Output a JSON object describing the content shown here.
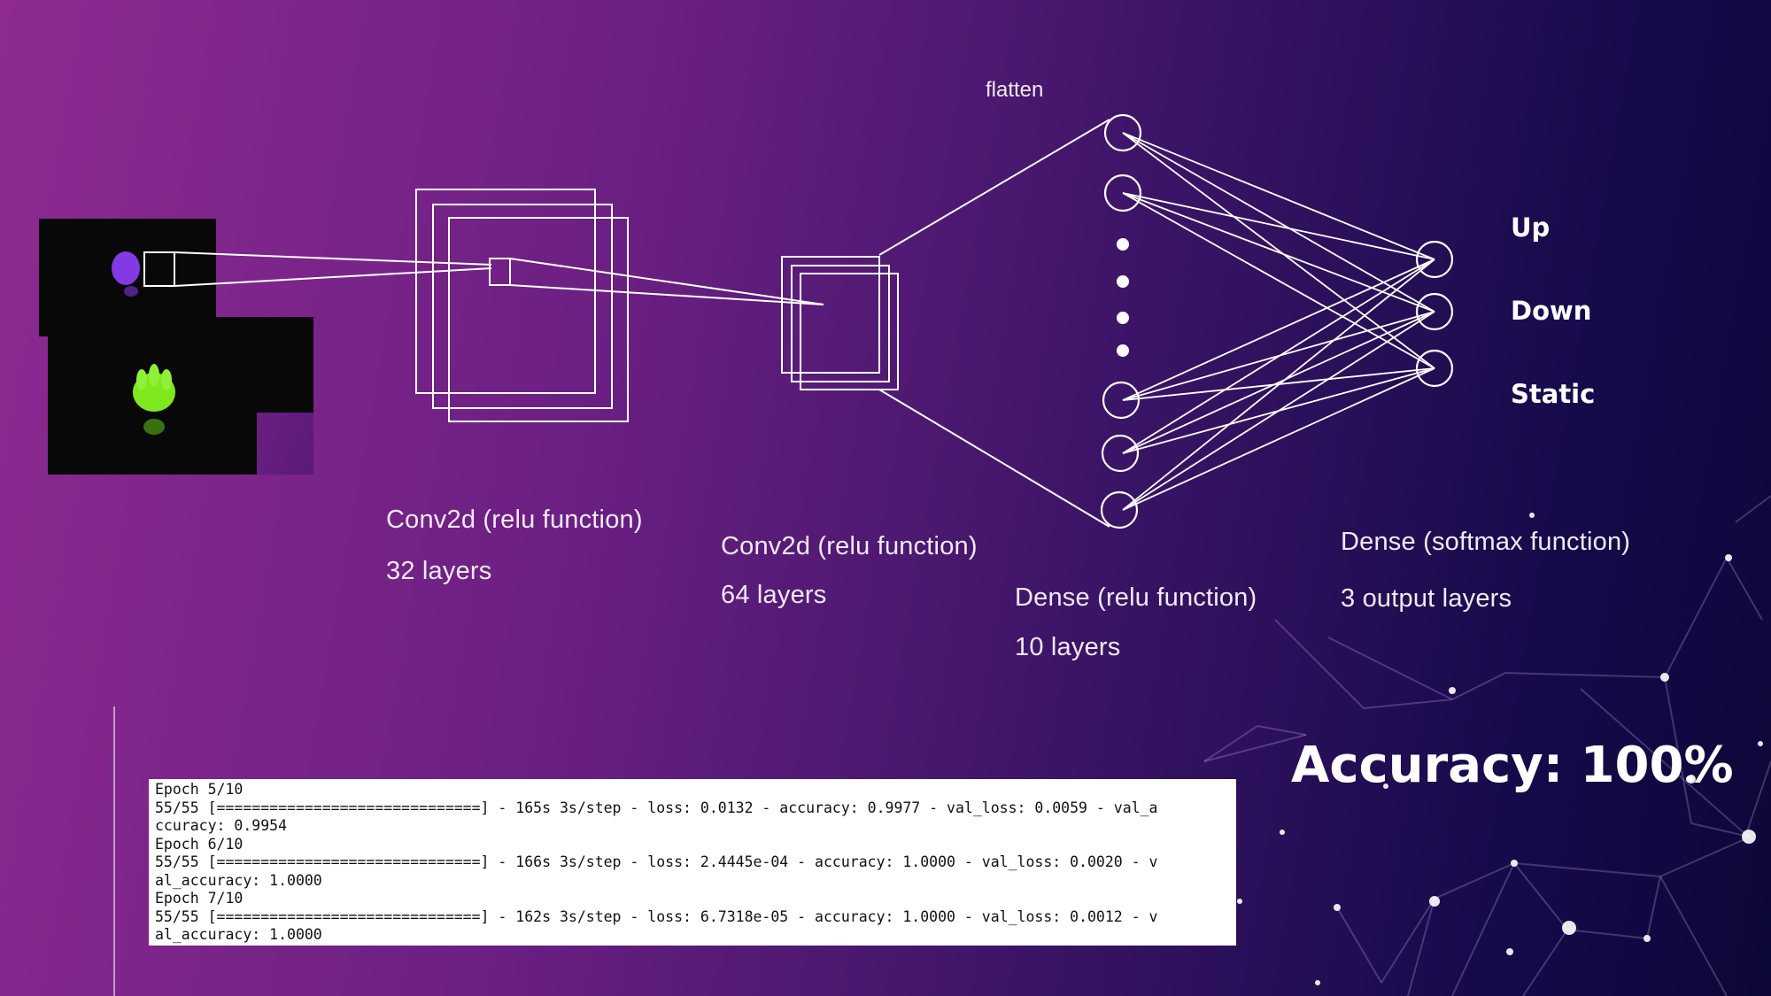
{
  "diagram": {
    "flatten_label": "flatten",
    "layers": [
      {
        "name": "Conv2d (relu function)",
        "detail": "32 layers"
      },
      {
        "name": "Conv2d (relu function)",
        "detail": "64 layers"
      },
      {
        "name": "Dense (relu function)",
        "detail": "10 layers"
      },
      {
        "name": "Dense (softmax function)",
        "detail": "3 output layers"
      }
    ],
    "outputs": [
      "Up",
      "Down",
      "Static"
    ]
  },
  "accuracy_text": "Accuracy: 100%",
  "training_log": [
    "Epoch 5/10",
    "55/55 [==============================] - 165s 3s/step - loss: 0.0132 - accuracy: 0.9977 - val_loss: 0.0059 - val_a",
    "ccuracy: 0.9954",
    "Epoch 6/10",
    "55/55 [==============================] - 166s 3s/step - loss: 2.4445e-04 - accuracy: 1.0000 - val_loss: 0.0020 - v",
    "al_accuracy: 1.0000",
    "Epoch 7/10",
    "55/55 [==============================] - 162s 3s/step - loss: 6.7318e-05 - accuracy: 1.0000 - val_loss: 0.0012 - v",
    "al_accuracy: 1.0000"
  ],
  "colors": {
    "background_left": "#8e2a92",
    "background_right": "#0c0738",
    "line": "#ffffff",
    "purple_blob": "#8a3cf0",
    "green_blob": "#7ee81e"
  },
  "images": {
    "top": "purple-hand-sample",
    "bottom": "green-hand-sample"
  }
}
